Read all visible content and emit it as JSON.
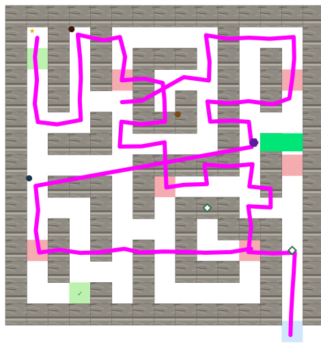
{
  "game": {
    "type": "maze",
    "grid": {
      "cols": 15,
      "rows": 15
    },
    "colors": {
      "background": "#ffffff",
      "wall": "#8f8a82",
      "wall_dark": "#6e6a63",
      "wall_light": "#b3aea4",
      "path": "#ff00ff",
      "hazard_tile": "#f4a3a8",
      "goal_tile": "#b6f0a6",
      "entry_tile": "#cfe6fb",
      "current_cell": "#00e676",
      "agent": "#5b1a9c"
    },
    "walls": [
      "###############",
      "#.#.#.....#...#",
      "#.#.#.###.#.#.#",
      "#.#.#.#...#.#.#",
      "#.#...#.#.#.#.#",
      "#...#.###.#...#",
      "#.###.....#.#.#",
      "#.....#####.#.#",
      "#.###.#.....#.#",
      "#...#.#.###...#",
      "#.#.#...#.###.#",
      "#.#.#.#.#...#.#",
      "#.#...#.###.#.#",
      "#...#.#.....#.#",
      "#############.#"
    ],
    "tiles": [
      {
        "kind": "goal-tile",
        "col": 1,
        "row": 2
      },
      {
        "kind": "goal-tile",
        "col": 3,
        "row": 13
      },
      {
        "kind": "hazard-tile",
        "col": 5,
        "row": 3
      },
      {
        "kind": "hazard-tile",
        "col": 13,
        "row": 3
      },
      {
        "kind": "hazard-tile",
        "col": 7,
        "row": 8
      },
      {
        "kind": "hazard-tile",
        "col": 13,
        "row": 7
      },
      {
        "kind": "hazard-tile",
        "col": 1,
        "row": 11
      },
      {
        "kind": "hazard-tile",
        "col": 11,
        "row": 11
      }
    ],
    "markers": [
      {
        "kind": "dark-dot",
        "col": 3,
        "row": 1,
        "color": "#3a1410"
      },
      {
        "kind": "brown-dot",
        "col": 8,
        "row": 5,
        "color": "#7a4a12"
      },
      {
        "kind": "teal-dot",
        "col": 1,
        "row": 8,
        "color": "#16384a"
      },
      {
        "kind": "gem",
        "col": 9,
        "row": 9,
        "color": "#2f6f4a"
      },
      {
        "kind": "gem",
        "col": 13,
        "row": 11,
        "color": "#2f6f4a"
      },
      {
        "kind": "star",
        "col": 1,
        "row": 1,
        "color": "#e2b400"
      },
      {
        "kind": "check",
        "col": 3,
        "row": 13,
        "color": "#4a8a3a"
      }
    ],
    "agent": {
      "col": 11,
      "row": 6
    },
    "current_cell": {
      "col": 12,
      "row": 6,
      "span": 2
    },
    "entry": {
      "col": 13,
      "row": 15
    },
    "path_cells": [
      [
        1,
        1
      ],
      [
        1,
        2
      ],
      [
        1,
        3
      ],
      [
        1,
        4
      ],
      [
        1,
        5
      ],
      [
        2,
        5
      ],
      [
        3,
        5
      ],
      [
        3,
        4
      ],
      [
        3,
        3
      ],
      [
        3,
        2
      ],
      [
        3,
        1
      ],
      [
        4,
        1
      ],
      [
        5,
        1
      ],
      [
        5,
        2
      ],
      [
        5,
        3
      ],
      [
        6,
        3
      ],
      [
        7,
        3
      ],
      [
        7,
        4
      ],
      [
        7,
        5
      ],
      [
        6,
        5
      ],
      [
        5,
        5
      ],
      [
        5,
        6
      ],
      [
        6,
        6
      ],
      [
        7,
        6
      ],
      [
        7,
        7
      ],
      [
        7,
        8
      ],
      [
        8,
        8
      ],
      [
        9,
        8
      ],
      [
        9,
        7
      ],
      [
        10,
        7
      ],
      [
        11,
        7
      ],
      [
        11,
        8
      ],
      [
        12,
        8
      ],
      [
        12,
        9
      ],
      [
        11,
        9
      ],
      [
        11,
        10
      ],
      [
        11,
        11
      ],
      [
        12,
        11
      ],
      [
        13,
        11
      ],
      [
        13,
        12
      ],
      [
        13,
        13
      ],
      [
        13,
        14
      ],
      [
        13,
        15
      ]
    ],
    "extra_path_cells": [
      [
        5,
        4
      ],
      [
        6,
        4
      ],
      [
        8,
        3
      ],
      [
        9,
        3
      ],
      [
        9,
        2
      ],
      [
        9,
        1
      ],
      [
        10,
        1
      ],
      [
        11,
        1
      ],
      [
        12,
        1
      ],
      [
        13,
        1
      ],
      [
        13,
        2
      ],
      [
        13,
        3
      ],
      [
        13,
        4
      ],
      [
        12,
        4
      ],
      [
        11,
        4
      ],
      [
        10,
        4
      ],
      [
        9,
        4
      ],
      [
        9,
        5
      ],
      [
        10,
        5
      ],
      [
        11,
        5
      ],
      [
        11,
        6
      ],
      [
        1,
        8
      ],
      [
        1,
        9
      ],
      [
        1,
        10
      ],
      [
        1,
        11
      ],
      [
        2,
        11
      ],
      [
        3,
        11
      ],
      [
        4,
        11
      ],
      [
        5,
        11
      ],
      [
        6,
        11
      ],
      [
        7,
        11
      ],
      [
        8,
        11
      ],
      [
        9,
        11
      ],
      [
        10,
        11
      ],
      [
        11,
        11
      ]
    ]
  }
}
